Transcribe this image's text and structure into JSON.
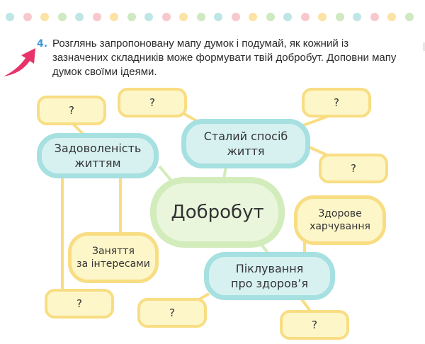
{
  "task": {
    "number": "4.",
    "text": "Розглянь запропоновану мапу думок і подумай, як кожний із зазначених складників може формувати твій добробут. Доповни мапу думок своїми ідеями."
  },
  "mindmap": {
    "center": "Добробут",
    "satisfaction": {
      "line1": "Задоволеність",
      "line2": "життям"
    },
    "lifestyle": {
      "line1": "Сталий спосіб",
      "line2": "життя"
    },
    "care": {
      "line1": "Піклування",
      "line2": "про здоров’я"
    },
    "hobbies": {
      "line1": "Заняття",
      "line2": "за інтересами"
    },
    "nutrition": {
      "line1": "Здорове",
      "line2": "харчування"
    },
    "placeholder": "?"
  },
  "colors": {
    "yellow_fill": "#fdf6c9",
    "yellow_border": "#f8dd82",
    "blue_fill": "#d7f1f1",
    "blue_border": "#a6e0e0",
    "green_fill": "#e9f6dc",
    "green_border": "#d2ecbb",
    "arrow": "#e8336a",
    "number": "#3a9ad9"
  }
}
